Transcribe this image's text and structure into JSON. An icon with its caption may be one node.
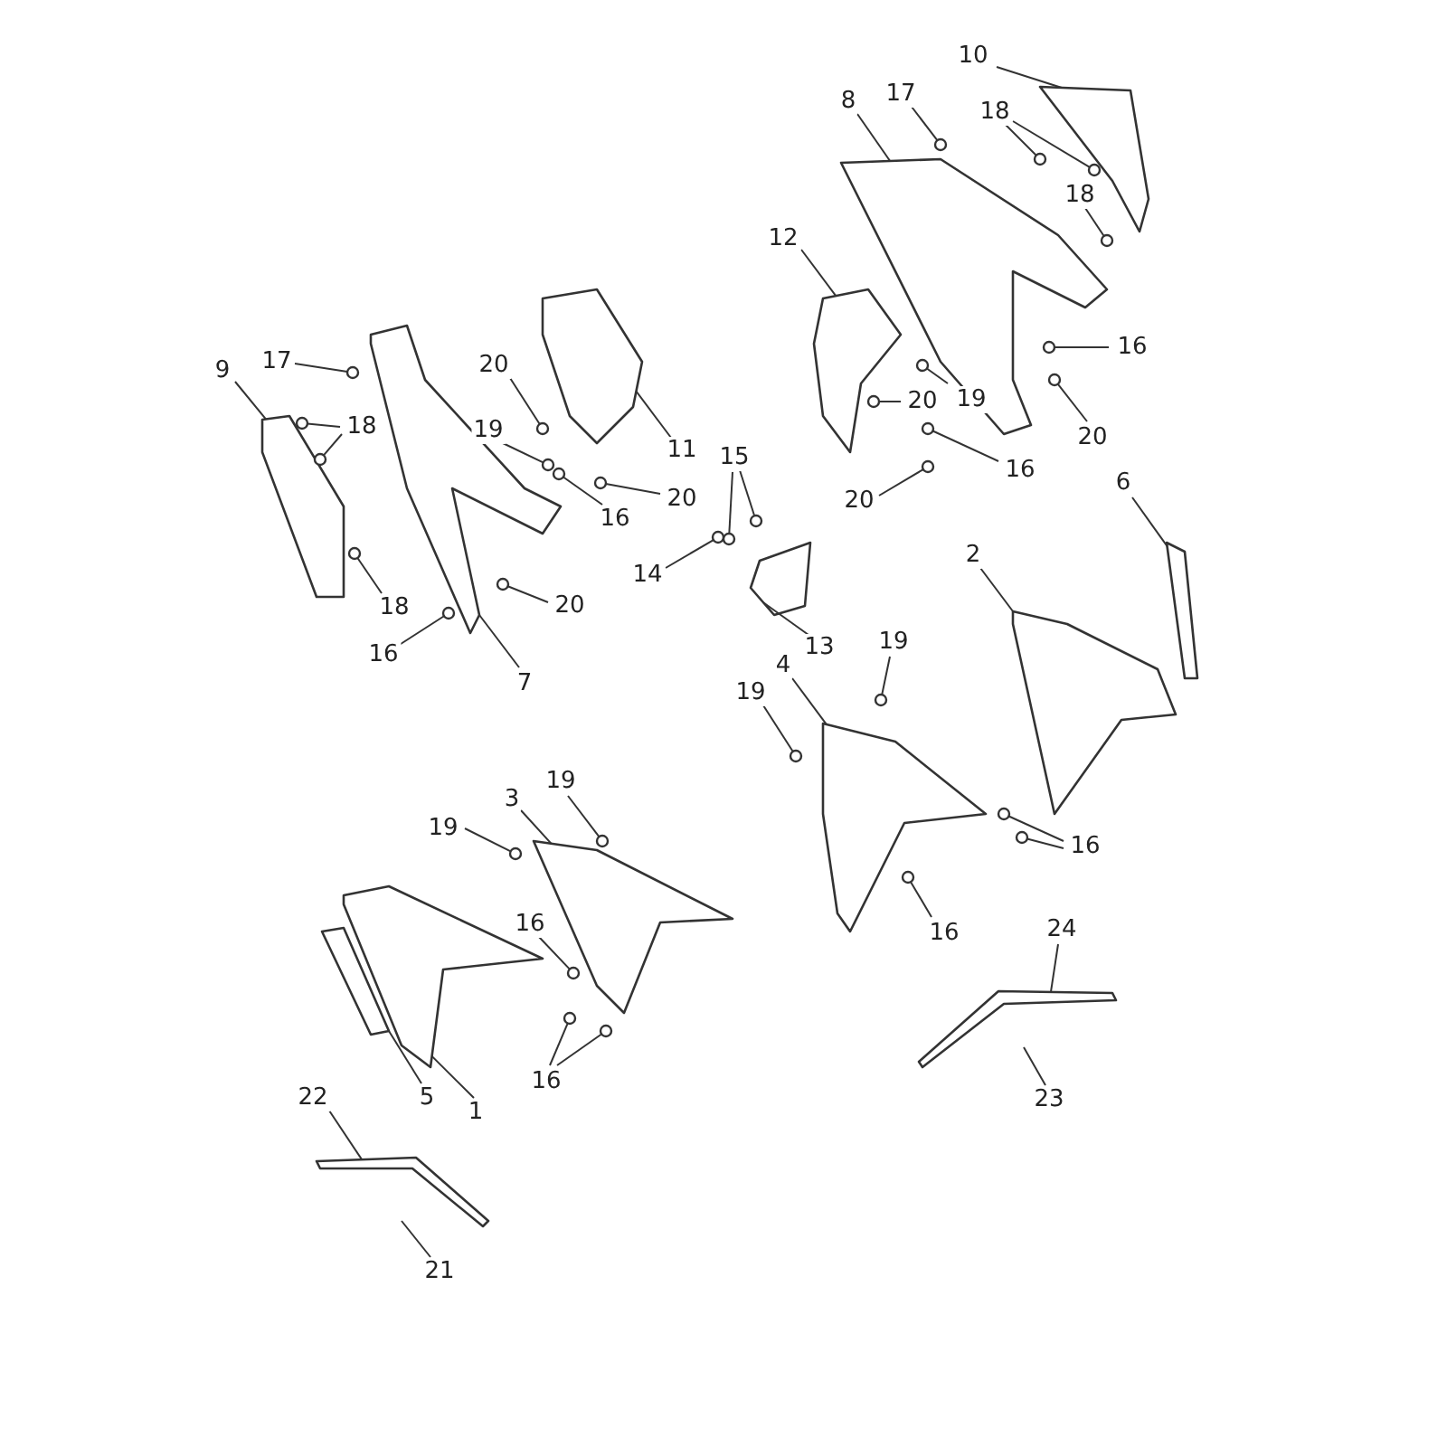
{
  "diagram": {
    "nodes": [
      {
        "text": [
          "10"
        ]
      },
      {
        "text": [
          "17"
        ]
      },
      {
        "text": [
          "8"
        ]
      },
      {
        "text": [
          "18"
        ]
      },
      {
        "text": [
          "18"
        ]
      },
      {
        "text": [
          "12"
        ]
      },
      {
        "text": [
          "16"
        ]
      },
      {
        "text": [
          "17"
        ]
      },
      {
        "text": [
          "20"
        ]
      },
      {
        "text": [
          "9"
        ]
      },
      {
        "text": [
          "19"
        ]
      },
      {
        "text": [
          "20"
        ]
      },
      {
        "text": [
          "18"
        ]
      },
      {
        "text": [
          "19"
        ]
      },
      {
        "text": [
          "20"
        ]
      },
      {
        "text": [
          "11"
        ]
      },
      {
        "text": [
          "15"
        ]
      },
      {
        "text": [
          "16"
        ]
      },
      {
        "text": [
          "6"
        ]
      },
      {
        "text": [
          "20"
        ]
      },
      {
        "text": [
          "20"
        ]
      },
      {
        "text": [
          "16"
        ]
      },
      {
        "text": [
          "2"
        ]
      },
      {
        "text": [
          "14"
        ]
      },
      {
        "text": [
          "20"
        ]
      },
      {
        "text": [
          "18"
        ]
      },
      {
        "text": [
          "19"
        ]
      },
      {
        "text": [
          "13"
        ]
      },
      {
        "text": [
          "16"
        ]
      },
      {
        "text": [
          "4"
        ]
      },
      {
        "text": [
          "7"
        ]
      },
      {
        "text": [
          "19"
        ]
      },
      {
        "text": [
          "19"
        ]
      },
      {
        "text": [
          "3"
        ]
      },
      {
        "text": [
          "19"
        ]
      },
      {
        "text": [
          "16"
        ]
      },
      {
        "text": [
          "16"
        ]
      },
      {
        "text": [
          "24"
        ]
      },
      {
        "text": [
          "16"
        ]
      },
      {
        "text": [
          "16"
        ]
      },
      {
        "text": [
          "22"
        ]
      },
      {
        "text": [
          "5"
        ]
      },
      {
        "text": [
          "23"
        ]
      },
      {
        "text": [
          "1"
        ]
      },
      {
        "text": [
          "21"
        ]
      },
      {
        "text": [],
        "shape": "picture"
      },
      {
        "text": [],
        "shape": "picture"
      },
      {
        "text": [],
        "shape": "picture"
      },
      {
        "text": [],
        "shape": "picture"
      },
      {
        "text": [],
        "shape": "picture"
      },
      {
        "text": [],
        "shape": "picture"
      },
      {
        "text": [],
        "shape": "picture"
      },
      {
        "text": [],
        "shape": "picture"
      },
      {
        "text": [],
        "shape": "picture"
      },
      {
        "text": [],
        "shape": "picture"
      },
      {
        "text": [],
        "shape": "picture"
      },
      {
        "text": [],
        "shape": "picture"
      },
      {
        "text": [],
        "shape": "picture"
      },
      {
        "text": [],
        "shape": "picture"
      },
      {
        "text": [],
        "shape": "picture"
      },
      {
        "text": [],
        "shape": "circle"
      },
      {
        "text": [],
        "shape": "circle"
      },
      {
        "text": [],
        "shape": "circle"
      },
      {
        "text": [],
        "shape": "circle"
      },
      {
        "text": [],
        "shape": "circle"
      },
      {
        "text": [],
        "shape": "circle"
      },
      {
        "text": [],
        "shape": "circle"
      },
      {
        "text": [],
        "shape": "circle"
      },
      {
        "text": [],
        "shape": "circle"
      },
      {
        "text": [],
        "shape": "circle"
      },
      {
        "text": [],
        "shape": "circle"
      },
      {
        "text": [],
        "shape": "circle"
      },
      {
        "text": [],
        "shape": "circle"
      },
      {
        "text": [],
        "shape": "circle"
      },
      {
        "text": [],
        "shape": "circle"
      },
      {
        "text": [],
        "shape": "circle"
      },
      {
        "text": [],
        "shape": "circle"
      },
      {
        "text": [],
        "shape": "circle"
      },
      {
        "text": [],
        "shape": "circle"
      },
      {
        "text": [],
        "shape": "circle"
      },
      {
        "text": [],
        "shape": "circle"
      },
      {
        "text": [],
        "shape": "circle"
      },
      {
        "text": [],
        "shape": "circle"
      },
      {
        "text": [],
        "shape": "circle"
      },
      {
        "text": [],
        "shape": "circle"
      },
      {
        "text": [],
        "shape": "circle"
      },
      {
        "text": [],
        "shape": "circle"
      },
      {
        "text": [],
        "shape": "circle"
      },
      {
        "text": [],
        "shape": "circle"
      },
      {
        "text": [],
        "shape": "circle"
      },
      {
        "text": [],
        "shape": "circle"
      },
      {
        "text": [],
        "shape": "circle"
      },
      {
        "text": [],
        "shape": "circle"
      }
    ],
    "edges": [
      {
        "from": 0,
        "to": 54,
        "arrow": "none"
      },
      {
        "from": 1,
        "to": 60,
        "arrow": "none"
      },
      {
        "from": 2,
        "to": 53,
        "arrow": "none"
      },
      {
        "from": 3,
        "to": 61,
        "arrow": "none"
      },
      {
        "from": 3,
        "to": 62,
        "arrow": "none"
      },
      {
        "from": 4,
        "to": 63,
        "arrow": "none"
      },
      {
        "from": 5,
        "to": 52,
        "arrow": "none"
      },
      {
        "from": 6,
        "to": 64,
        "arrow": "none"
      },
      {
        "from": 7,
        "to": 65,
        "arrow": "none"
      },
      {
        "from": 8,
        "to": 66,
        "arrow": "none"
      },
      {
        "from": 9,
        "to": 55,
        "arrow": "none"
      },
      {
        "from": 10,
        "to": 67,
        "arrow": "none"
      },
      {
        "from": 11,
        "to": 68,
        "arrow": "none"
      },
      {
        "from": 12,
        "to": 69,
        "arrow": "none"
      },
      {
        "from": 12,
        "to": 70,
        "arrow": "none"
      },
      {
        "from": 13,
        "to": 71,
        "arrow": "none"
      },
      {
        "from": 14,
        "to": 72,
        "arrow": "none"
      },
      {
        "from": 15,
        "to": 57,
        "arrow": "none"
      },
      {
        "from": 16,
        "to": 73,
        "arrow": "none"
      },
      {
        "from": 16,
        "to": 74,
        "arrow": "none"
      },
      {
        "from": 17,
        "to": 75,
        "arrow": "none"
      },
      {
        "from": 18,
        "to": 50,
        "arrow": "none"
      },
      {
        "from": 19,
        "to": 76,
        "arrow": "none"
      },
      {
        "from": 20,
        "to": 77,
        "arrow": "none"
      },
      {
        "from": 21,
        "to": 78,
        "arrow": "none"
      },
      {
        "from": 22,
        "to": 49,
        "arrow": "none"
      },
      {
        "from": 23,
        "to": 79,
        "arrow": "none"
      },
      {
        "from": 24,
        "to": 80,
        "arrow": "none"
      },
      {
        "from": 25,
        "to": 81,
        "arrow": "none"
      },
      {
        "from": 26,
        "to": 82,
        "arrow": "none"
      },
      {
        "from": 27,
        "to": 51,
        "arrow": "none"
      },
      {
        "from": 28,
        "to": 83,
        "arrow": "none"
      },
      {
        "from": 29,
        "to": 48,
        "arrow": "none"
      },
      {
        "from": 30,
        "to": 56,
        "arrow": "none"
      },
      {
        "from": 31,
        "to": 84,
        "arrow": "none"
      },
      {
        "from": 32,
        "to": 85,
        "arrow": "none"
      },
      {
        "from": 33,
        "to": 47,
        "arrow": "none"
      },
      {
        "from": 34,
        "to": 86,
        "arrow": "none"
      },
      {
        "from": 35,
        "to": 87,
        "arrow": "none"
      },
      {
        "from": 35,
        "to": 88,
        "arrow": "none"
      },
      {
        "from": 36,
        "to": 89,
        "arrow": "none"
      },
      {
        "from": 37,
        "to": 59,
        "arrow": "none"
      },
      {
        "from": 38,
        "to": 90,
        "arrow": "none"
      },
      {
        "from": 39,
        "to": 91,
        "arrow": "none"
      },
      {
        "from": 39,
        "to": 92,
        "arrow": "none"
      },
      {
        "from": 40,
        "to": 58,
        "arrow": "none"
      },
      {
        "from": 41,
        "to": 46,
        "arrow": "none"
      },
      {
        "from": 42,
        "to": null,
        "arrow": "none"
      },
      {
        "from": 43,
        "to": 45,
        "arrow": "none"
      },
      {
        "from": 44,
        "to": null,
        "arrow": "none"
      }
    ]
  }
}
